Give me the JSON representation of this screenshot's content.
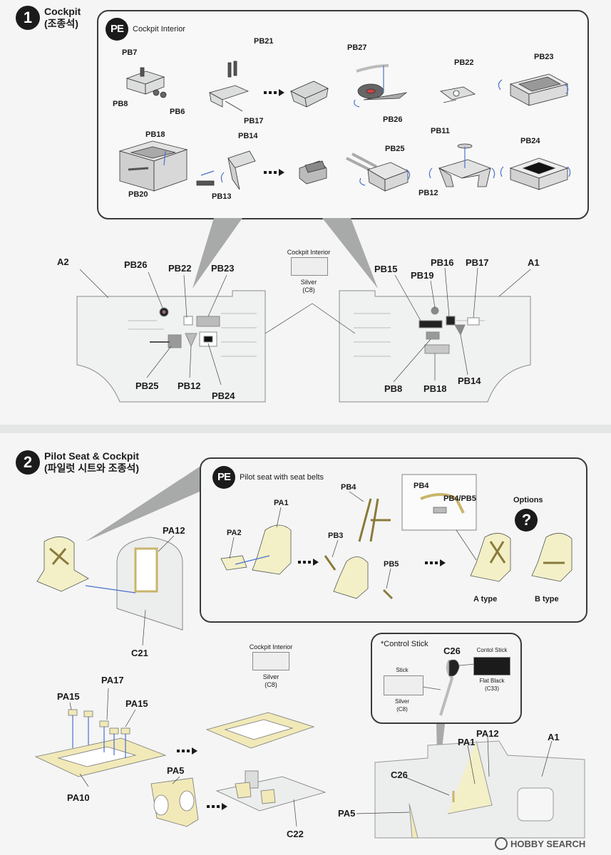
{
  "step1": {
    "number": "1",
    "title": "Cockpit",
    "subtitle": "(조종석)",
    "pe_badge": "PE",
    "pe_title": "Cockpit Interior",
    "parts": {
      "pb7": "PB7",
      "pb8": "PB8",
      "pb6": "PB6",
      "pb21": "PB21",
      "pb17": "PB17",
      "pb27": "PB27",
      "pb26": "PB26",
      "pb22": "PB22",
      "pb23": "PB23",
      "pb18": "PB18",
      "pb20": "PB20",
      "pb14": "PB14",
      "pb13": "PB13",
      "pb25": "PB25",
      "pb11": "PB11",
      "pb12": "PB12",
      "pb24": "PB24"
    },
    "fuselage_left": {
      "part": "A2",
      "labels": {
        "pb26": "PB26",
        "pb22": "PB22",
        "pb23": "PB23",
        "pb25": "PB25",
        "pb12": "PB12",
        "pb24": "PB24"
      }
    },
    "fuselage_right": {
      "part": "A1",
      "labels": {
        "pb15": "PB15",
        "pb19": "PB19",
        "pb16": "PB16",
        "pb17": "PB17",
        "pb8": "PB8",
        "pb18": "PB18",
        "pb14": "PB14"
      }
    },
    "paint": {
      "title": "Cockpit Interior",
      "name": "Silver",
      "code": "(C8)",
      "color": "#eeeeee"
    }
  },
  "step2": {
    "number": "2",
    "title": "Pilot Seat & Cockpit",
    "subtitle": "(파일럿 시트와 조종석)",
    "pe_badge": "PE",
    "pe_title": "Pilot seat with seat belts",
    "parts": {
      "pa1": "PA1",
      "pa2": "PA2",
      "pb4": "PB4",
      "pb3": "PB3",
      "pb5": "PB5",
      "pb4_inset": "PB4",
      "pb4_pb5": "PB4/PB5"
    },
    "options": {
      "label": "Options",
      "icon": "?",
      "a_type": "A type",
      "b_type": "B type"
    },
    "seat_parts": {
      "pa12": "PA12",
      "c21": "C21"
    },
    "floor_parts": {
      "pa15_left": "PA15",
      "pa17": "PA17",
      "pa15_right": "PA15",
      "pa10": "PA10",
      "pa5": "PA5",
      "c22": "C22"
    },
    "paint": {
      "title": "Cockpit Interior",
      "name": "Silver",
      "code": "(C8)",
      "color": "#eeeeee"
    },
    "control_stick": {
      "title": "*Control Stick",
      "part": "C26",
      "stick_label": "Stick",
      "stick_paint": "Silver",
      "stick_code": "(C8)",
      "stick_color": "#eeeeee",
      "grip_label": "Contol Stick",
      "grip_paint": "Flat Black",
      "grip_code": "(C33)",
      "grip_color": "#1b1b1b"
    },
    "fuselage": {
      "part": "A1",
      "pa1": "PA1",
      "pa12": "PA12",
      "c26": "C26",
      "pa5": "PA5"
    }
  },
  "watermark": {
    "text": "HOBBY SEARCH",
    "icon": "hobby-search-logo-icon"
  }
}
